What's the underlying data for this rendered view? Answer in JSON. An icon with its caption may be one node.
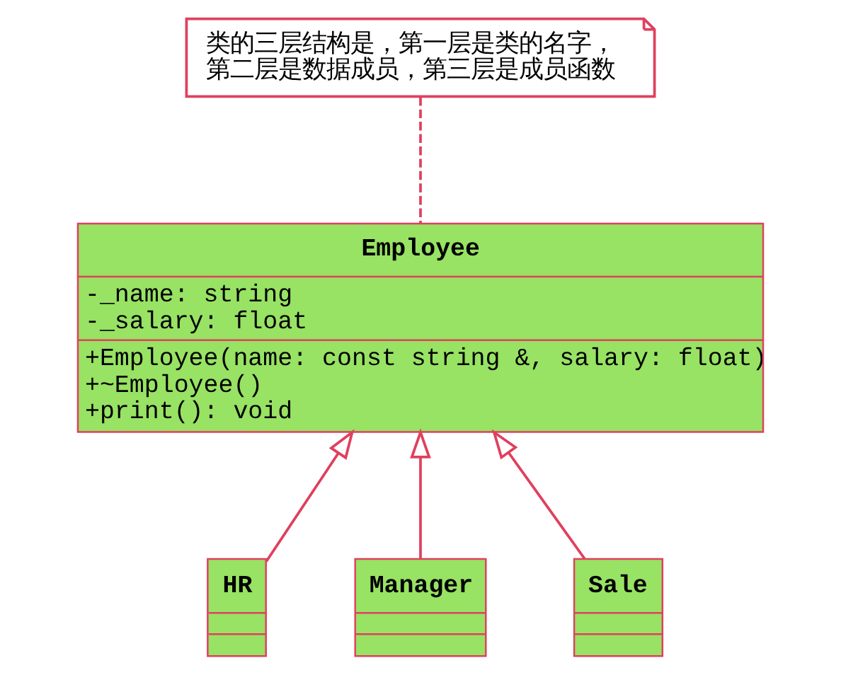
{
  "diagram": {
    "nodes": [
      {
        "text": [
          "类的三层结构是，第一层是类的名字，第二层是数据成员，第三层是成员函数"
        ]
      },
      {
        "text": [
          "Employee",
          "-_name: string",
          "-_salary: float",
          "+Employee(name: const string &, salary: float)",
          "+~Employee()",
          "+print(): void"
        ]
      },
      {
        "text": [
          "HR"
        ]
      },
      {
        "text": [
          "Manager"
        ]
      },
      {
        "text": [
          "Sale"
        ]
      }
    ],
    "edges": [
      {
        "from": 0,
        "to": 1,
        "arrow": "none",
        "style": "dashed"
      },
      {
        "from": 2,
        "to": 1,
        "arrow": "to"
      },
      {
        "from": 3,
        "to": 1,
        "arrow": "to"
      },
      {
        "from": 4,
        "to": 1,
        "arrow": "to"
      }
    ]
  }
}
